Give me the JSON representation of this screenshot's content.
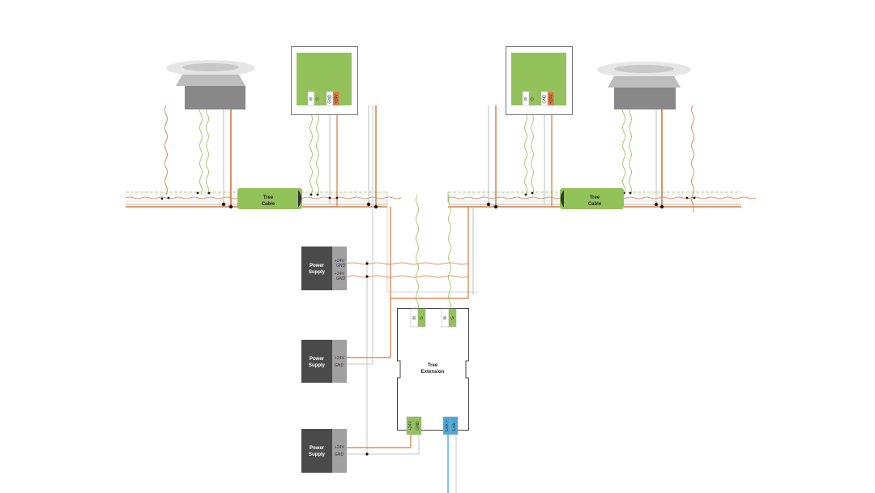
{
  "colors": {
    "green": "#93c25a",
    "orange": "#d9773a",
    "grey": "#c8c8c8",
    "dark": "#4a4a4a",
    "blue": "#4aa8d8",
    "lamp": "#8a8a8a"
  },
  "tree_cables": [
    {
      "line1": "Tree",
      "line2": "Cable"
    },
    {
      "line1": "Tree",
      "line2": "Cable"
    }
  ],
  "panels": [
    {
      "terminals": [
        "W",
        "G",
        "GND",
        "+24V"
      ]
    },
    {
      "terminals": [
        "W",
        "G",
        "GND",
        "+24V"
      ]
    }
  ],
  "power_supplies": [
    {
      "line1": "Power",
      "line2": "Supply",
      "outputs": [
        "+24V",
        "GND",
        "+24V",
        "GND"
      ]
    },
    {
      "line1": "Power",
      "line2": "Supply",
      "outputs": [
        "+24V",
        "GND"
      ]
    },
    {
      "line1": "Power",
      "line2": "Supply",
      "outputs": [
        "+24V",
        "GND"
      ]
    }
  ],
  "tree_extension": {
    "line1": "Tree",
    "line2": "Extension",
    "top_terminals": [
      "W",
      "G",
      "W",
      "G"
    ],
    "power_terminals": [
      "+24V",
      "GND"
    ],
    "link_terminals": [
      "Link +",
      "Link -"
    ]
  }
}
